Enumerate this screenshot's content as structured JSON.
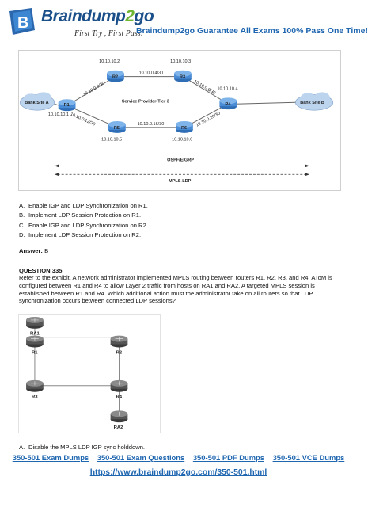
{
  "header": {
    "logo_main": "Braindump",
    "logo_two": "2",
    "logo_go": "go",
    "tagline": "First Try , First Pass!",
    "title": "Braindump2go  Guarantee All Exams 100% Pass One Time!"
  },
  "figure1": {
    "sites": {
      "a": "Bank Site A",
      "b": "Bank Site B"
    },
    "routers": {
      "r1": "R1",
      "r2": "R2",
      "r3": "R3",
      "r4": "R4",
      "r5": "R5",
      "r6": "R6"
    },
    "addresses": {
      "r1": "10.10.10.1",
      "r2": "10.10.10.2",
      "r3": "10.10.10.3",
      "r4": "10.10.10.4",
      "r5": "10.10.10.5",
      "r6": "10.10.10.6"
    },
    "links": {
      "r1_r2": "10.10.0.0/30",
      "r2_r3": "10.10.0.4/30",
      "r3_r4": "10.10.0.8/30",
      "r1_r5": "10.10.0.12/30",
      "r5_r6": "10.10.0.16/30",
      "r6_r4": "10.10.0.20/30"
    },
    "provider": "Service Provider-Tier 3",
    "protocol1": "OSPF/EIGRP",
    "protocol2": "MPLS-LDP"
  },
  "options1": [
    {
      "letter": "A.",
      "text": "Enable IGP and LDP Synchronization on R1."
    },
    {
      "letter": "B.",
      "text": "Implement LDP Session Protection on R1."
    },
    {
      "letter": "C.",
      "text": "Enable IGP and LDP Synchronization on R2."
    },
    {
      "letter": "D.",
      "text": "Implement LDP Session Protection on R2."
    }
  ],
  "answer": {
    "label": "Answer:",
    "value": "B"
  },
  "question": {
    "title": "QUESTION 335",
    "text": "Refer to the exhibit. A network administrator implemented MPLS routing between routers R1, R2, R3, and R4. AToM is configured between R1 and R4 to allow Layer 2 traffic from hosts on RA1 and RA2. A targeted MPLS session is established between R1 and R4. Which additional action must the administrator take on all routers so that LDP synchronization occurs between connected LDP sessions?"
  },
  "figure2": {
    "routers": {
      "ra1": "RA1",
      "r1": "R1",
      "r2": "R2",
      "r3": "R3",
      "r4": "R4",
      "ra2": "RA2"
    }
  },
  "options2": [
    {
      "letter": "A.",
      "text": "Disable the MPLS LDP IGP sync holddown."
    }
  ],
  "footer": {
    "links": [
      "350-501 Exam Dumps",
      "350-501 Exam Questions",
      "350-501 PDF Dumps",
      "350-501 VCE Dumps"
    ],
    "url": "https://www.braindump2go.com/350-501.html"
  },
  "colors": {
    "brand_blue": "#1f66b0",
    "brand_green": "#6fb633"
  }
}
